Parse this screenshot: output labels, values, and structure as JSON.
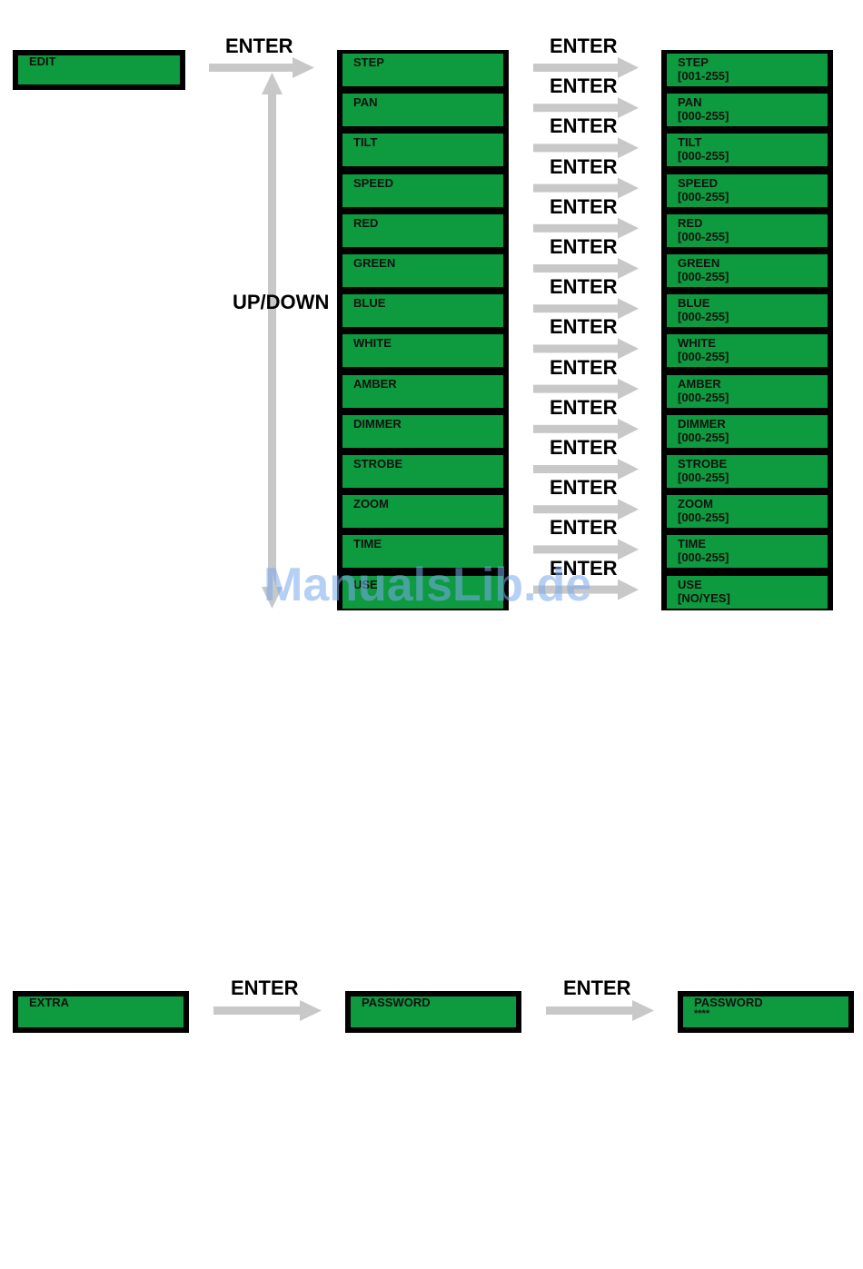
{
  "edit_section": {
    "root": "EDIT",
    "enter_label": "ENTER",
    "updown_label": "UP/DOWN",
    "arrow_label": "ENTER",
    "menu": [
      {
        "name": "STEP",
        "value": "[001-255]"
      },
      {
        "name": "PAN",
        "value": "[000-255]"
      },
      {
        "name": "TILT",
        "value": "[000-255]"
      },
      {
        "name": "SPEED",
        "value": "[000-255]"
      },
      {
        "name": "RED",
        "value": "[000-255]"
      },
      {
        "name": "GREEN",
        "value": "[000-255]"
      },
      {
        "name": "BLUE",
        "value": "[000-255]"
      },
      {
        "name": "WHITE",
        "value": "[000-255]"
      },
      {
        "name": "AMBER",
        "value": "[000-255]"
      },
      {
        "name": "DIMMER",
        "value": "[000-255]"
      },
      {
        "name": "STROBE",
        "value": "[000-255]"
      },
      {
        "name": "ZOOM",
        "value": "[000-255]"
      },
      {
        "name": "TIME",
        "value": "[000-255]"
      },
      {
        "name": "USE",
        "value": "[NO/YES]"
      }
    ]
  },
  "extra_section": {
    "root": "EXTRA",
    "enter_label_1": "ENTER",
    "middle": "PASSWORD",
    "enter_label_2": "ENTER",
    "final_title": "PASSWORD",
    "final_value": "****"
  },
  "watermark": "ManualsLib.de",
  "colors": {
    "lcd_green": "#0e9a3f",
    "arrow_gray": "#c8c8c8",
    "border": "#000000"
  }
}
